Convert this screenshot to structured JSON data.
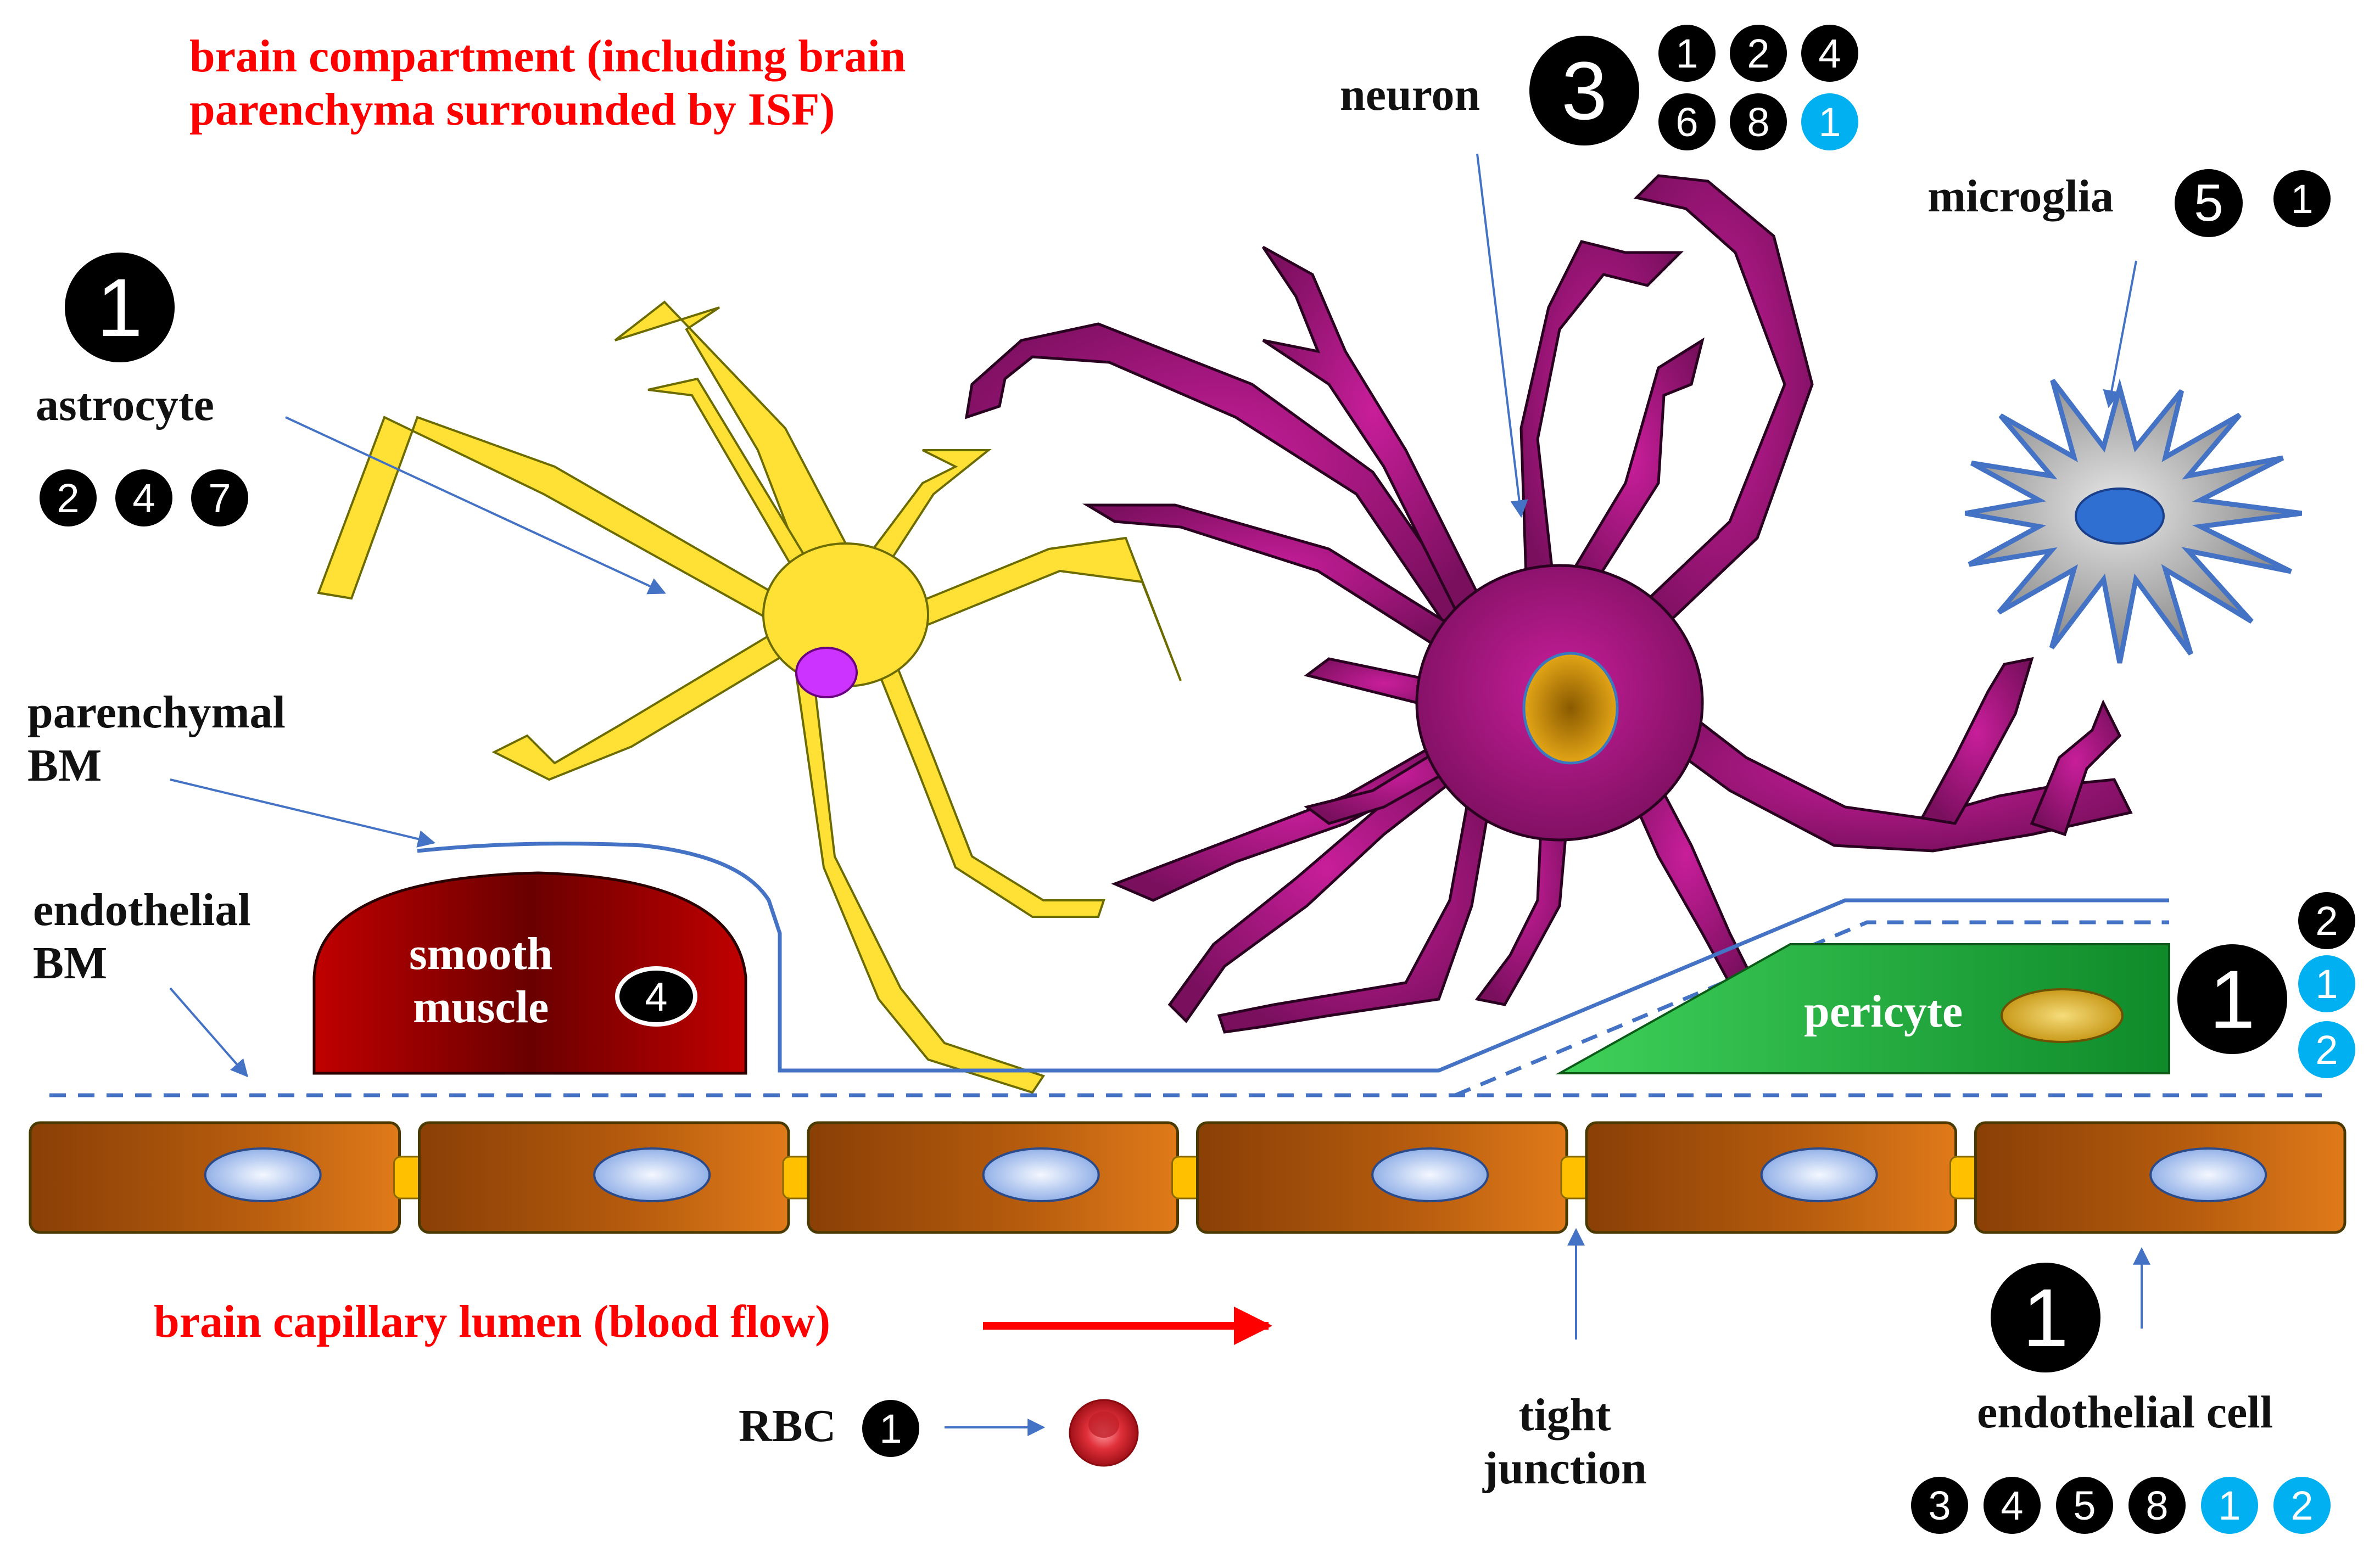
{
  "colors": {
    "astrocyte": "#ffe135",
    "astrocyte_nucleus": "#cc33ff",
    "neuron": "#a0167f",
    "neuron_nucleus": "#d89a12",
    "microglia": "#a8a8a8",
    "microglia_nucleus": "#2e6fd1",
    "smooth_muscle": "#b00000",
    "pericyte": "#1fae3c",
    "pericyte_nucleus": "#e8c13a",
    "endothelial": "#b35a0d",
    "endothelial_nucleus": "#c8d8f8",
    "tight_junction": "#ffc000",
    "basement_membrane": "#4472c4",
    "blood_flow_arrow": "#ff0000",
    "rbc": "#e0303a",
    "badge_black": "#000000",
    "badge_blue": "#00b0f0"
  },
  "labels": {
    "brain_compartment": "brain compartment (including brain\nparenchyma surrounded by ISF)",
    "astrocyte": "astrocyte",
    "neuron": "neuron",
    "microglia": "microglia",
    "parenchymal_bm": "parenchymal\nBM",
    "endothelial_bm": "endothelial\nBM",
    "smooth_muscle": "smooth\nmuscle",
    "pericyte": "pericyte",
    "capillary_lumen": "brain capillary lumen (blood flow)",
    "rbc": "RBC",
    "tight_junction": "tight\njunction",
    "endothelial_cell": "endothelial cell"
  },
  "badges": {
    "astrocyte_main": "1",
    "astrocyte_list": [
      "2",
      "4",
      "7"
    ],
    "neuron_main": "3",
    "neuron_list_black": [
      "1",
      "2",
      "4",
      "6",
      "8"
    ],
    "neuron_list_blue": [
      "1"
    ],
    "microglia_main": "5",
    "microglia_list": [
      "1"
    ],
    "smooth_muscle": "4",
    "pericyte_main": "1",
    "pericyte_list_black": [
      "2"
    ],
    "pericyte_list_blue": [
      "1",
      "2"
    ],
    "rbc": "1",
    "endothelial_main": "1",
    "endothelial_list_black": [
      "3",
      "4",
      "5",
      "8"
    ],
    "endothelial_list_blue": [
      "1",
      "2"
    ]
  },
  "endothelial_cell_count": 6
}
